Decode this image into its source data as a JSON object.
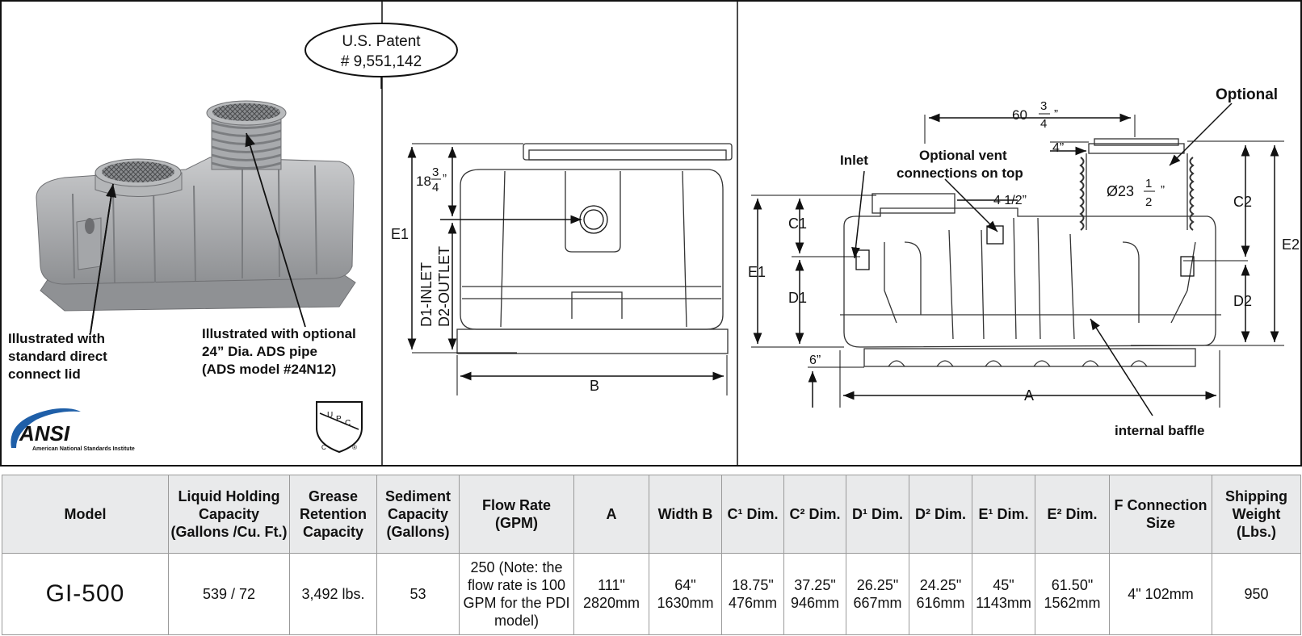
{
  "patent": {
    "line1": "U.S. Patent",
    "line2": "# 9,551,142"
  },
  "left_panel": {
    "lid_label": [
      "Illustrated with",
      "standard direct",
      "connect lid"
    ],
    "ads_label": [
      "Illustrated with optional",
      "24” Dia. ADS pipe",
      "(ADS model #24N12)"
    ],
    "ansi_logo": {
      "mark": "ANSI",
      "name": "American National Standards Institute"
    },
    "upc_logo": {
      "letters": [
        "U",
        "P",
        "C"
      ],
      "c": "C",
      "r": "®"
    }
  },
  "front_view": {
    "dim_height_whole": "18",
    "dim_height_num": "3",
    "dim_height_den": "4",
    "e1": "E1",
    "d1": "D1-INLET",
    "d2": "D2-OUTLET",
    "b": "B"
  },
  "side_view": {
    "width_whole": "60",
    "width_num": "3",
    "width_den": "4",
    "dim_4in": "4”",
    "dim_4half": "4 1/2”",
    "diam_whole": "Ø23",
    "diam_num": "1",
    "diam_den": "2",
    "optional": "Optional",
    "inlet": "Inlet",
    "vent": [
      "Optional vent",
      "connections on top"
    ],
    "c1": "C1",
    "c2": "C2",
    "d1": "D1",
    "d2": "D2",
    "e1": "E1",
    "e2": "E2",
    "six": "6”",
    "a": "A",
    "baffle": "internal baffle"
  },
  "table": {
    "headers": [
      "Model",
      "Liquid Holding Capacity (Gallons /Cu. Ft.)",
      "Grease Retention Capacity",
      "Sediment Capacity (Gallons)",
      "Flow Rate (GPM)",
      "A",
      "Width B",
      "C¹ Dim.",
      "C² Dim.",
      "D¹ Dim.",
      "D² Dim.",
      "E¹ Dim.",
      "E² Dim.",
      "F Connection Size",
      "Shipping Weight (Lbs.)"
    ],
    "row": [
      "GI-500",
      "539 / 72",
      "3,492 lbs.",
      "53",
      "250 (Note: the flow rate is 100 GPM for the PDI model)",
      "111\" 2820mm",
      "64\" 1630mm",
      "18.75\" 476mm",
      "37.25\" 946mm",
      "26.25\" 667mm",
      "24.25\" 616mm",
      "45\" 1143mm",
      "61.50\" 1562mm",
      "4\" 102mm",
      "950"
    ]
  }
}
